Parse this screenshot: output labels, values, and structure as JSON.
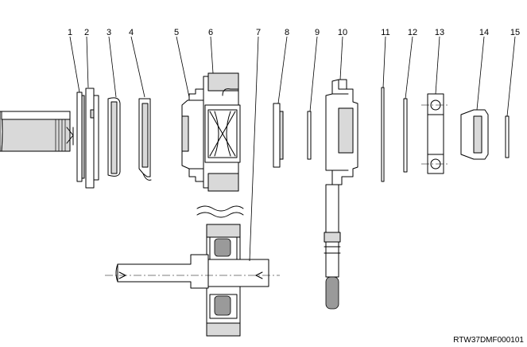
{
  "callouts": [
    "1",
    "2",
    "3",
    "4",
    "5",
    "6",
    "7",
    "8",
    "9",
    "10",
    "11",
    "12",
    "13",
    "14",
    "15"
  ],
  "drawing_code": "RTW37DMF000101"
}
